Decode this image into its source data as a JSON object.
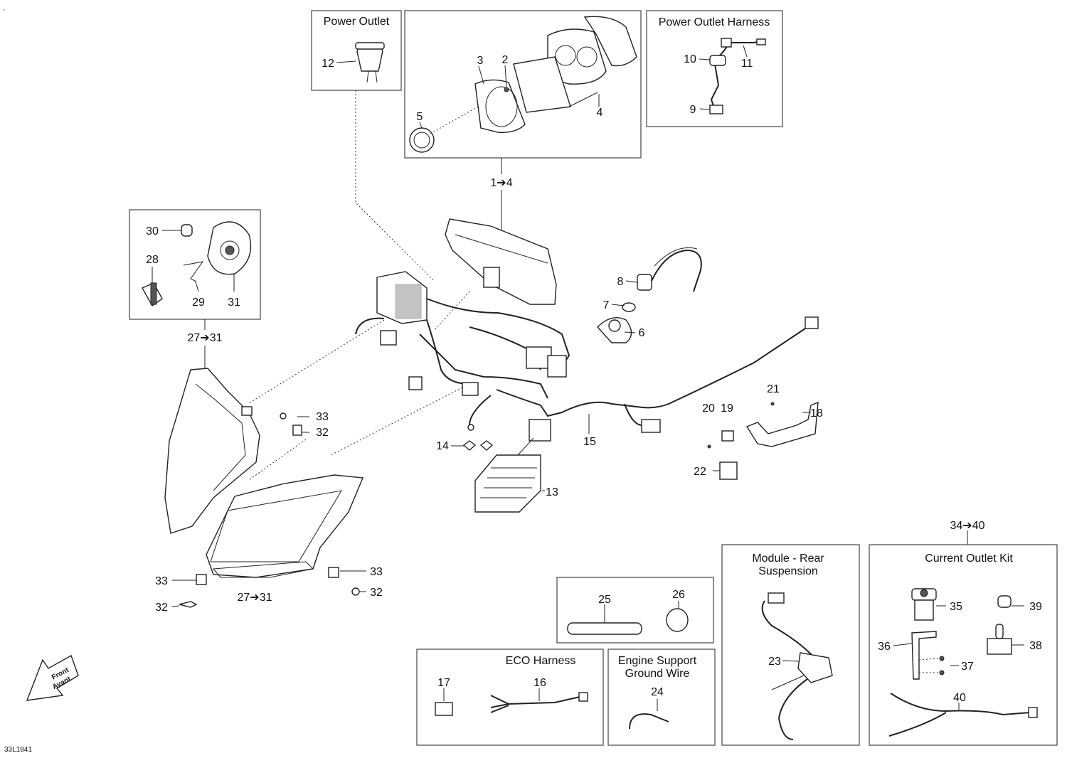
{
  "drawing_code": "33L1841",
  "corner_mark": ",",
  "front_arrow": {
    "line1": "Front",
    "line2": "Avant"
  },
  "boxes": {
    "power_outlet": "Power Outlet",
    "power_outlet_harness": "Power Outlet Harness",
    "eco_harness": "ECO Harness",
    "engine_support_line1": "Engine Support",
    "engine_support_line2": "Ground Wire",
    "module_rear_line1": "Module - Rear",
    "module_rear_line2": "Suspension",
    "current_outlet_kit": "Current Outlet Kit"
  },
  "callouts": {
    "c1_4": "1➔4",
    "c27_31_top": "27➔31",
    "c27_31_bottom": "27➔31",
    "c34_40": "34➔40",
    "p2": "2",
    "p3": "3",
    "p4": "4",
    "p5": "5",
    "p6": "6",
    "p7": "7",
    "p8": "8",
    "p9": "9",
    "p10": "10",
    "p11": "11",
    "p12": "12",
    "p13": "13",
    "p14": "14",
    "p15": "15",
    "p16": "16",
    "p17": "17",
    "p18": "18",
    "p19": "19",
    "p20": "20",
    "p21": "21",
    "p22": "22",
    "p23": "23",
    "p24": "24",
    "p25": "25",
    "p26": "26",
    "p28": "28",
    "p29": "29",
    "p30": "30",
    "p31": "31",
    "p32a": "32",
    "p33a": "33",
    "p32b": "32",
    "p33b": "33",
    "p32c": "32",
    "p33c": "33",
    "p35": "35",
    "p36": "36",
    "p37": "37",
    "p38": "38",
    "p39": "39",
    "p40": "40"
  }
}
